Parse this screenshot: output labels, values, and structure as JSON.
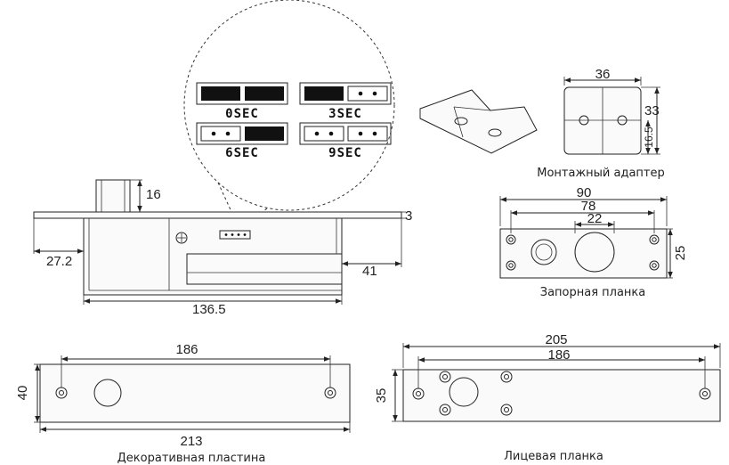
{
  "jumpers": {
    "j0": "0SEC",
    "j3": "3SEC",
    "j6": "6SEC",
    "j9": "9SEC"
  },
  "lock_body": {
    "bolt_height": "16",
    "plate_thickness": "3",
    "left_offset": "27.2",
    "bolt_protrusion": "41",
    "overall_length": "136.5"
  },
  "adapter": {
    "caption": "Монтажный адаптер",
    "width": "36",
    "height": "33",
    "half_height": "16.5"
  },
  "strike": {
    "caption": "Запорная планка",
    "width": "90",
    "hole_spacing": "78",
    "hole_diameter": "22",
    "height": "25"
  },
  "deco_plate": {
    "caption": "Декоративная пластина",
    "hole_spacing": "186",
    "height": "40",
    "length": "213"
  },
  "face_plate": {
    "caption": "Лицевая планка",
    "length": "205",
    "hole_spacing": "186",
    "height": "35"
  }
}
